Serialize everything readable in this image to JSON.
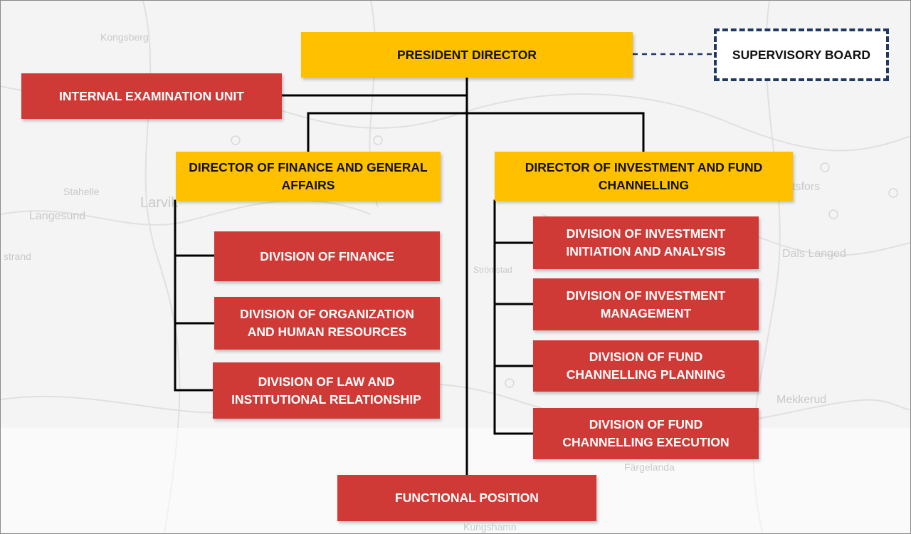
{
  "background_place_names": [
    "Kongsberg",
    "Stahelle",
    "Larvik",
    "Langesund",
    "strand",
    "Dals Langed",
    "Strömstad",
    "Mekkerud",
    "Färgelanda",
    "Kungshamn",
    "tsfors"
  ],
  "colors": {
    "director_fill": "#ffc000",
    "division_fill": "#cf3a36",
    "board_border": "#1f3864",
    "connector": "#000000"
  },
  "org": {
    "president": "PRESIDENT DIRECTOR",
    "supervisory_board": "SUPERVISORY BOARD",
    "internal_examination": "INTERNAL EXAMINATION UNIT",
    "director_finance": "DIRECTOR OF FINANCE AND GENERAL\nAFFAIRS",
    "director_investment": "DIRECTOR OF INVESTMENT AND FUND\nCHANNELLING",
    "finance_divisions": [
      "DIVISION OF FINANCE",
      "DIVISION OF ORGANIZATION\nAND HUMAN RESOURCES",
      "DIVISION OF LAW AND\nINSTITUTIONAL RELATIONSHIP"
    ],
    "investment_divisions": [
      "DIVISION OF INVESTMENT\nINITIATION AND ANALYSIS",
      "DIVISION OF INVESTMENT\nMANAGEMENT",
      "DIVISION OF FUND\nCHANNELLING PLANNING",
      "DIVISION OF FUND\nCHANNELLING EXECUTION"
    ],
    "functional_position": "FUNCTIONAL POSITION"
  }
}
